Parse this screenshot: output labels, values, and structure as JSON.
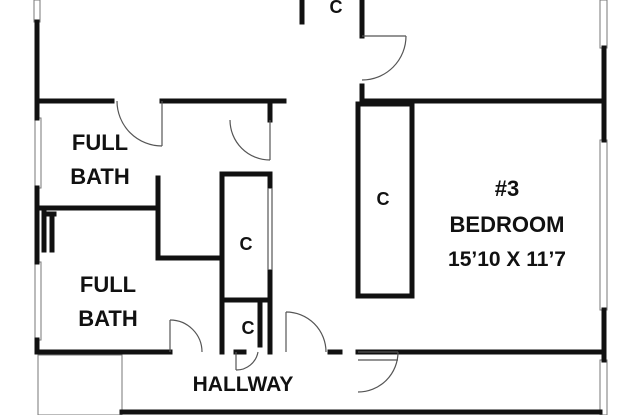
{
  "rooms": {
    "closet_top": "C",
    "full_bath_1": [
      "FULL",
      "BATH"
    ],
    "full_bath_2": [
      "FULL",
      "BATH"
    ],
    "closet_a": "C",
    "closet_b": "C",
    "closet_bedroom": "C",
    "bedroom": {
      "number": "#3",
      "name": "BEDROOM",
      "size": "15’10 X 11’7"
    },
    "hallway": "HALLWAY"
  },
  "colors": {
    "wall": "#111111",
    "door": "#555555",
    "window": "#777777",
    "background": "#ffffff"
  }
}
